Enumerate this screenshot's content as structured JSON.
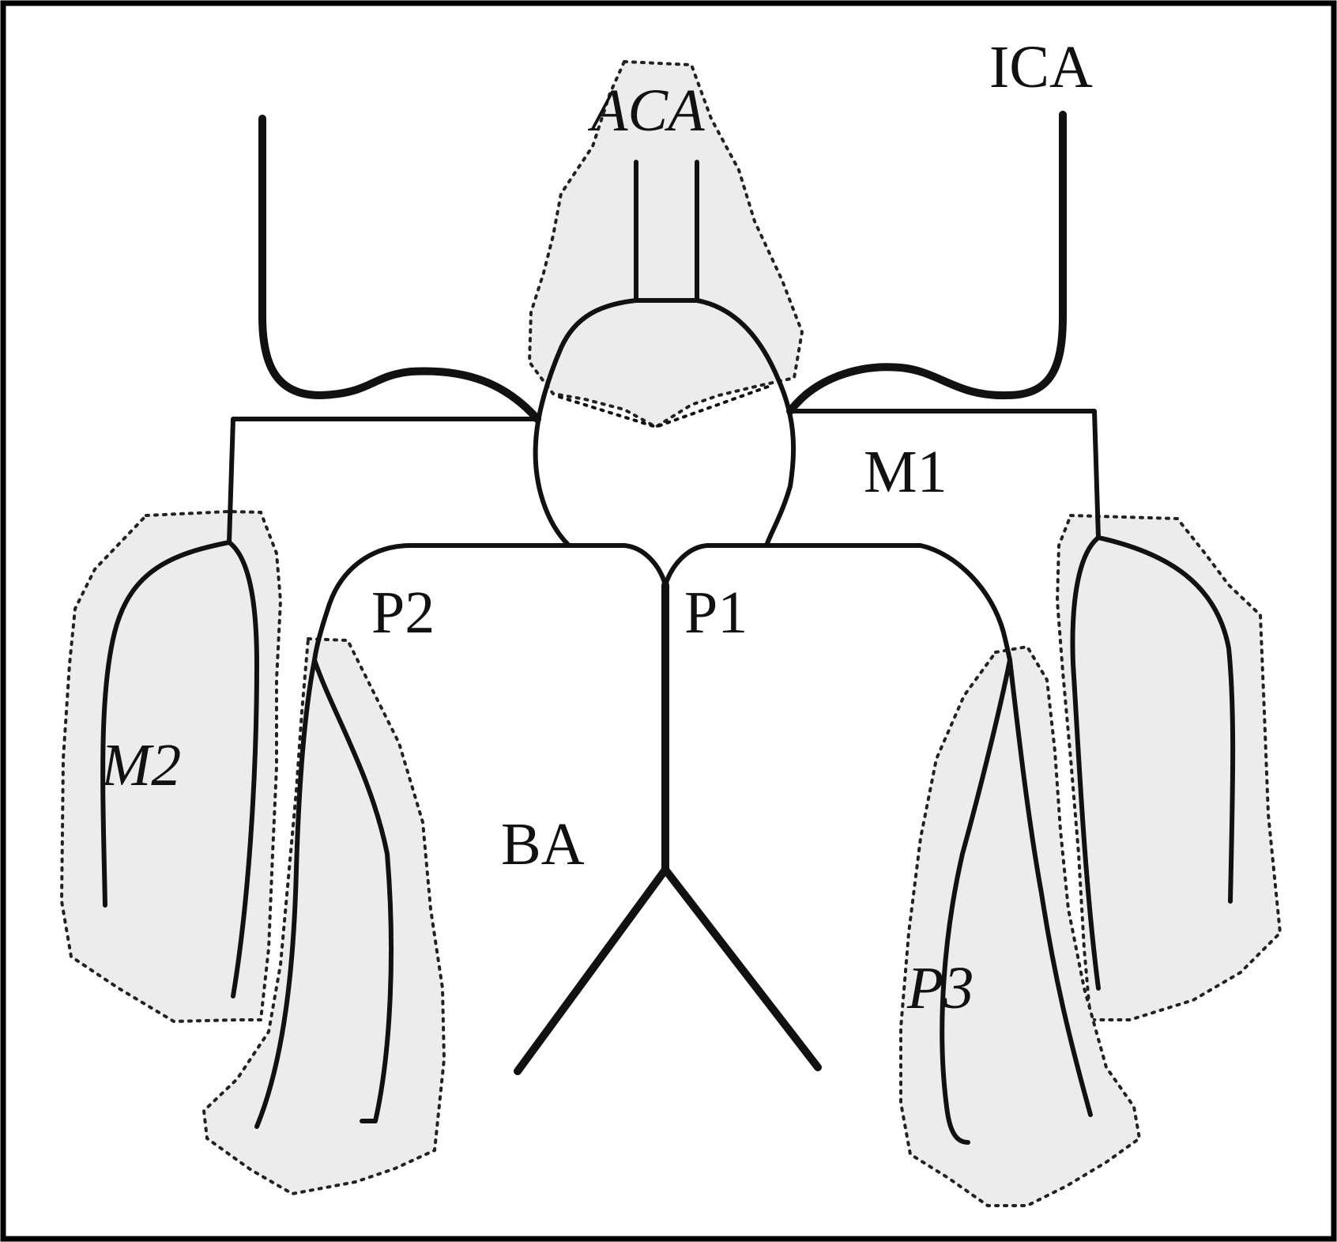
{
  "diagram": {
    "colors": {
      "region_fill": "#ececec",
      "line": "#111111",
      "background": "#ffffff",
      "frame": "#000000"
    },
    "labels": {
      "ica": "ICA",
      "aca": "ACA",
      "m1": "M1",
      "m2": "M2",
      "p1": "P1",
      "p2": "P2",
      "p3": "P3",
      "ba": "BA"
    }
  }
}
